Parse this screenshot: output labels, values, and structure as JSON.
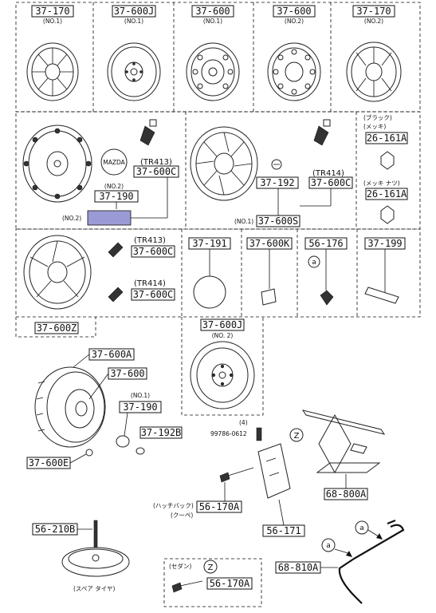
{
  "parts": {
    "p37_170_no1": "37-170",
    "p37_170_no1_sub": "(NO.1)",
    "p37_600j_no1": "37-600J",
    "p37_600j_no1_sub": "(NO.1)",
    "p37_600_no1": "37-600",
    "p37_600_no1_sub": "(NO.1)",
    "p37_600_no2": "37-600",
    "p37_600_no2_sub": "(NO.2)",
    "p37_170_no2": "37-170",
    "p37_170_no2_sub": "(NO.2)",
    "tr413_a": "(TR413)",
    "p37_600c_a": "37-600C",
    "p37_190": "37-190",
    "no2_a": "(NO.2)",
    "no2_b": "(NO.2)",
    "mazda_cap": "MAZDA",
    "p37_192": "37-192",
    "tr414_a": "(TR414)",
    "p37_600c_b": "37-600C",
    "no1_a": "(NO.1)",
    "p37_600s": "37-600S",
    "black": "(ブラック)",
    "mekki": "(メッキ)",
    "p26_161a_a": "26-161A",
    "mekki_nut": "(メッキ ナツ)",
    "p26_161a_b": "26-161A",
    "tr413_b": "(TR413)",
    "p37_600c_c": "37-600C",
    "tr414_b": "(TR414)",
    "p37_600c_d": "37-600C",
    "p37_600z": "37-600Z",
    "p37_191": "37-191",
    "p37_600k": "37-600K",
    "p56_176": "56-176",
    "p37_199": "37-199",
    "circle_a": "a",
    "p37_600j_no2": "37-600J",
    "p37_600j_no2_sub": "(NO. 2)",
    "p37_600a": "37-600A",
    "p37_600": "37-600",
    "p37_600e": "37-600E",
    "no1_b": "(NO.1)",
    "p37_190b": "37-190",
    "p37_192b": "37-192B",
    "qty4": "(4)",
    "p99786": "99786-0612",
    "circle_z": "Z",
    "p68_800a": "68-800A",
    "hatchback": "(ハッチバック)",
    "coupe": "(クーペ)",
    "p56_170a": "56-170A",
    "p56_171": "56-171",
    "p56_210b": "56-210B",
    "spare_tire": "(スペア タイヤ)",
    "sedan": "(セダン)",
    "p56_170a_b": "56-170A",
    "p68_810a": "68-810A",
    "circle_a2": "a",
    "circle_a3": "a"
  },
  "colors": {
    "highlight": "#9a9ad6",
    "line": "#111111"
  }
}
